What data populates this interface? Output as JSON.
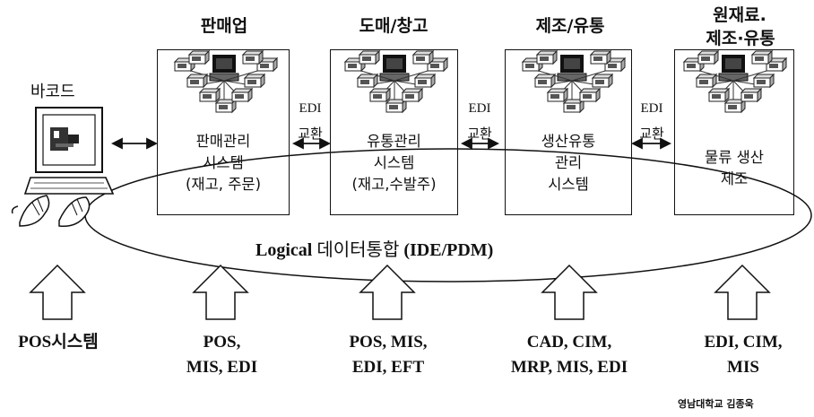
{
  "headers": {
    "retail": "판매업",
    "wholesale": "도매/창고",
    "manufacturing": "제조/유통",
    "raw_material_line1": "원재료.",
    "raw_material_line2": "제조·유통"
  },
  "barcode_label": "바코드",
  "boxes": [
    {
      "lines": [
        "판매관리",
        "시스템",
        "(재고, 주문)"
      ]
    },
    {
      "lines": [
        "유통관리",
        "시스템",
        "(재고,수발주)"
      ]
    },
    {
      "lines": [
        "생산유통",
        "관리",
        "시스템"
      ]
    },
    {
      "lines": [
        "물류 생산",
        "제조"
      ]
    }
  ],
  "edi_links": [
    {
      "top": "EDI",
      "bottom": "교환"
    },
    {
      "top": "EDI",
      "bottom": "교환"
    },
    {
      "top": "EDI",
      "bottom": "교환"
    }
  ],
  "logical": {
    "prefix": "Logical",
    "korean": "데이터통합",
    "suffix": "(IDE/PDM)"
  },
  "systems": [
    {
      "lines": [
        "POS시스템"
      ]
    },
    {
      "lines": [
        "POS,",
        "MIS, EDI"
      ]
    },
    {
      "lines": [
        "POS, MIS,",
        "EDI, EFT"
      ]
    },
    {
      "lines": [
        "CAD, CIM,",
        "MRP, MIS, EDI"
      ]
    },
    {
      "lines": [
        "EDI, CIM,",
        "MIS"
      ]
    }
  ],
  "credit": "영남대학교 김종욱"
}
